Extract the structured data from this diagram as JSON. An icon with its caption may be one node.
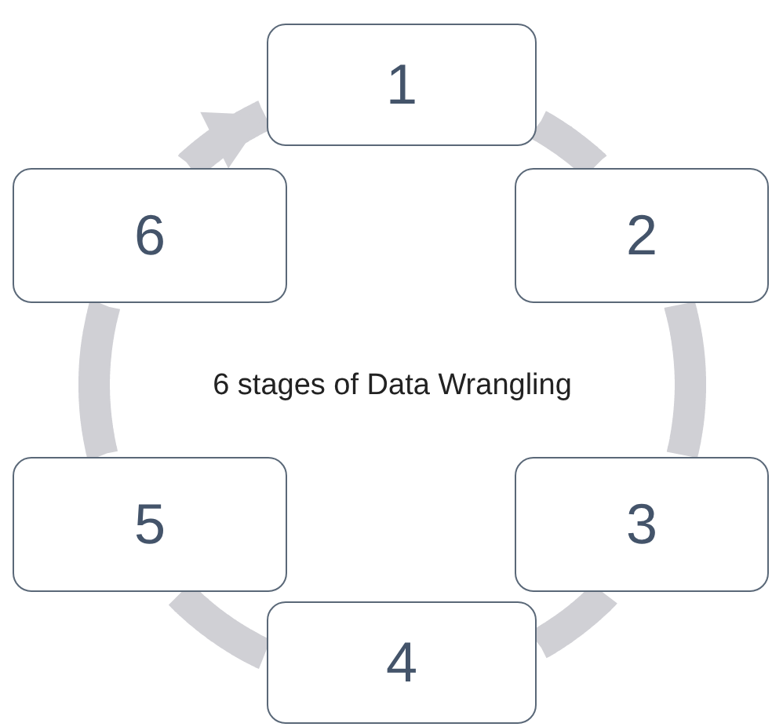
{
  "diagram": {
    "title": "6 stages of Data Wrangling",
    "nodes": [
      {
        "text": [
          "1"
        ]
      },
      {
        "text": [
          "2"
        ]
      },
      {
        "text": [
          "3"
        ]
      },
      {
        "text": [
          "4"
        ]
      },
      {
        "text": [
          "5"
        ]
      },
      {
        "text": [
          "6"
        ]
      }
    ],
    "edges": [
      {
        "from": 0,
        "to": 1,
        "arrow": "none"
      },
      {
        "from": 1,
        "to": 2,
        "arrow": "none"
      },
      {
        "from": 2,
        "to": 3,
        "arrow": "none"
      },
      {
        "from": 3,
        "to": 4,
        "arrow": "none"
      },
      {
        "from": 4,
        "to": 5,
        "arrow": "none"
      },
      {
        "from": 5,
        "to": 0,
        "arrow": "to"
      }
    ]
  }
}
